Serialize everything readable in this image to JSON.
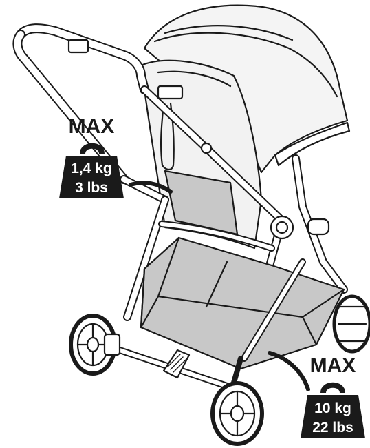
{
  "diagram": {
    "upper_limit": {
      "max_label": "MAX",
      "weight_metric": "1,4 kg",
      "weight_imperial": "3 lbs"
    },
    "lower_limit": {
      "max_label": "MAX",
      "weight_metric": "10 kg",
      "weight_imperial": "22 lbs"
    },
    "colors": {
      "line": "#1a1a1a",
      "basket_fill": "#c8c8c8",
      "seat_fill": "#f2f2f2",
      "weight_fill": "#1a1a1a",
      "weight_text": "#ffffff"
    }
  }
}
